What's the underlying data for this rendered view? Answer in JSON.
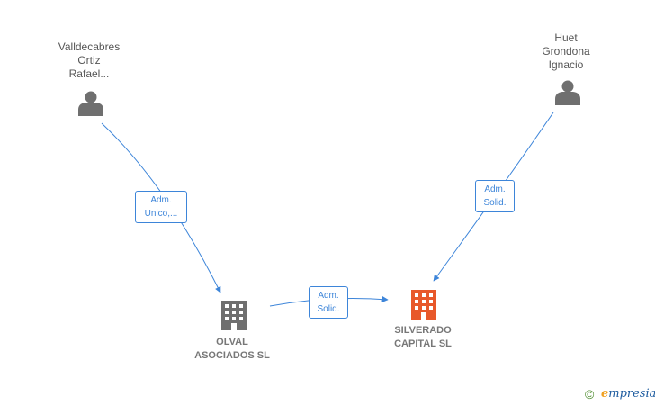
{
  "persons": [
    {
      "id": "valldecabres",
      "lines": [
        "Valldecabres",
        "Ortiz",
        "Rafael..."
      ]
    },
    {
      "id": "huet",
      "lines": [
        "Huet",
        "Grondona",
        "Ignacio"
      ]
    }
  ],
  "companies": [
    {
      "id": "olval",
      "lines": [
        "OLVAL",
        "ASOCIADOS SL"
      ],
      "color": "#6f6f6f"
    },
    {
      "id": "silverado",
      "lines": [
        "SILVERADO",
        "CAPITAL  SL"
      ],
      "color": "#e8582a"
    }
  ],
  "edges": [
    {
      "from": "valldecabres",
      "to": "olval",
      "label": [
        "Adm.",
        "Unico,..."
      ]
    },
    {
      "from": "huet",
      "to": "silverado",
      "label": [
        "Adm.",
        "Solid."
      ]
    },
    {
      "from": "olval",
      "to": "silverado",
      "label": [
        "Adm.",
        "Solid."
      ]
    }
  ],
  "colors": {
    "edge": "#3d85d9",
    "person_icon": "#6f6f6f"
  },
  "footer": {
    "copyright": "©",
    "brand_initial": "e",
    "brand_rest": "mpresia"
  }
}
